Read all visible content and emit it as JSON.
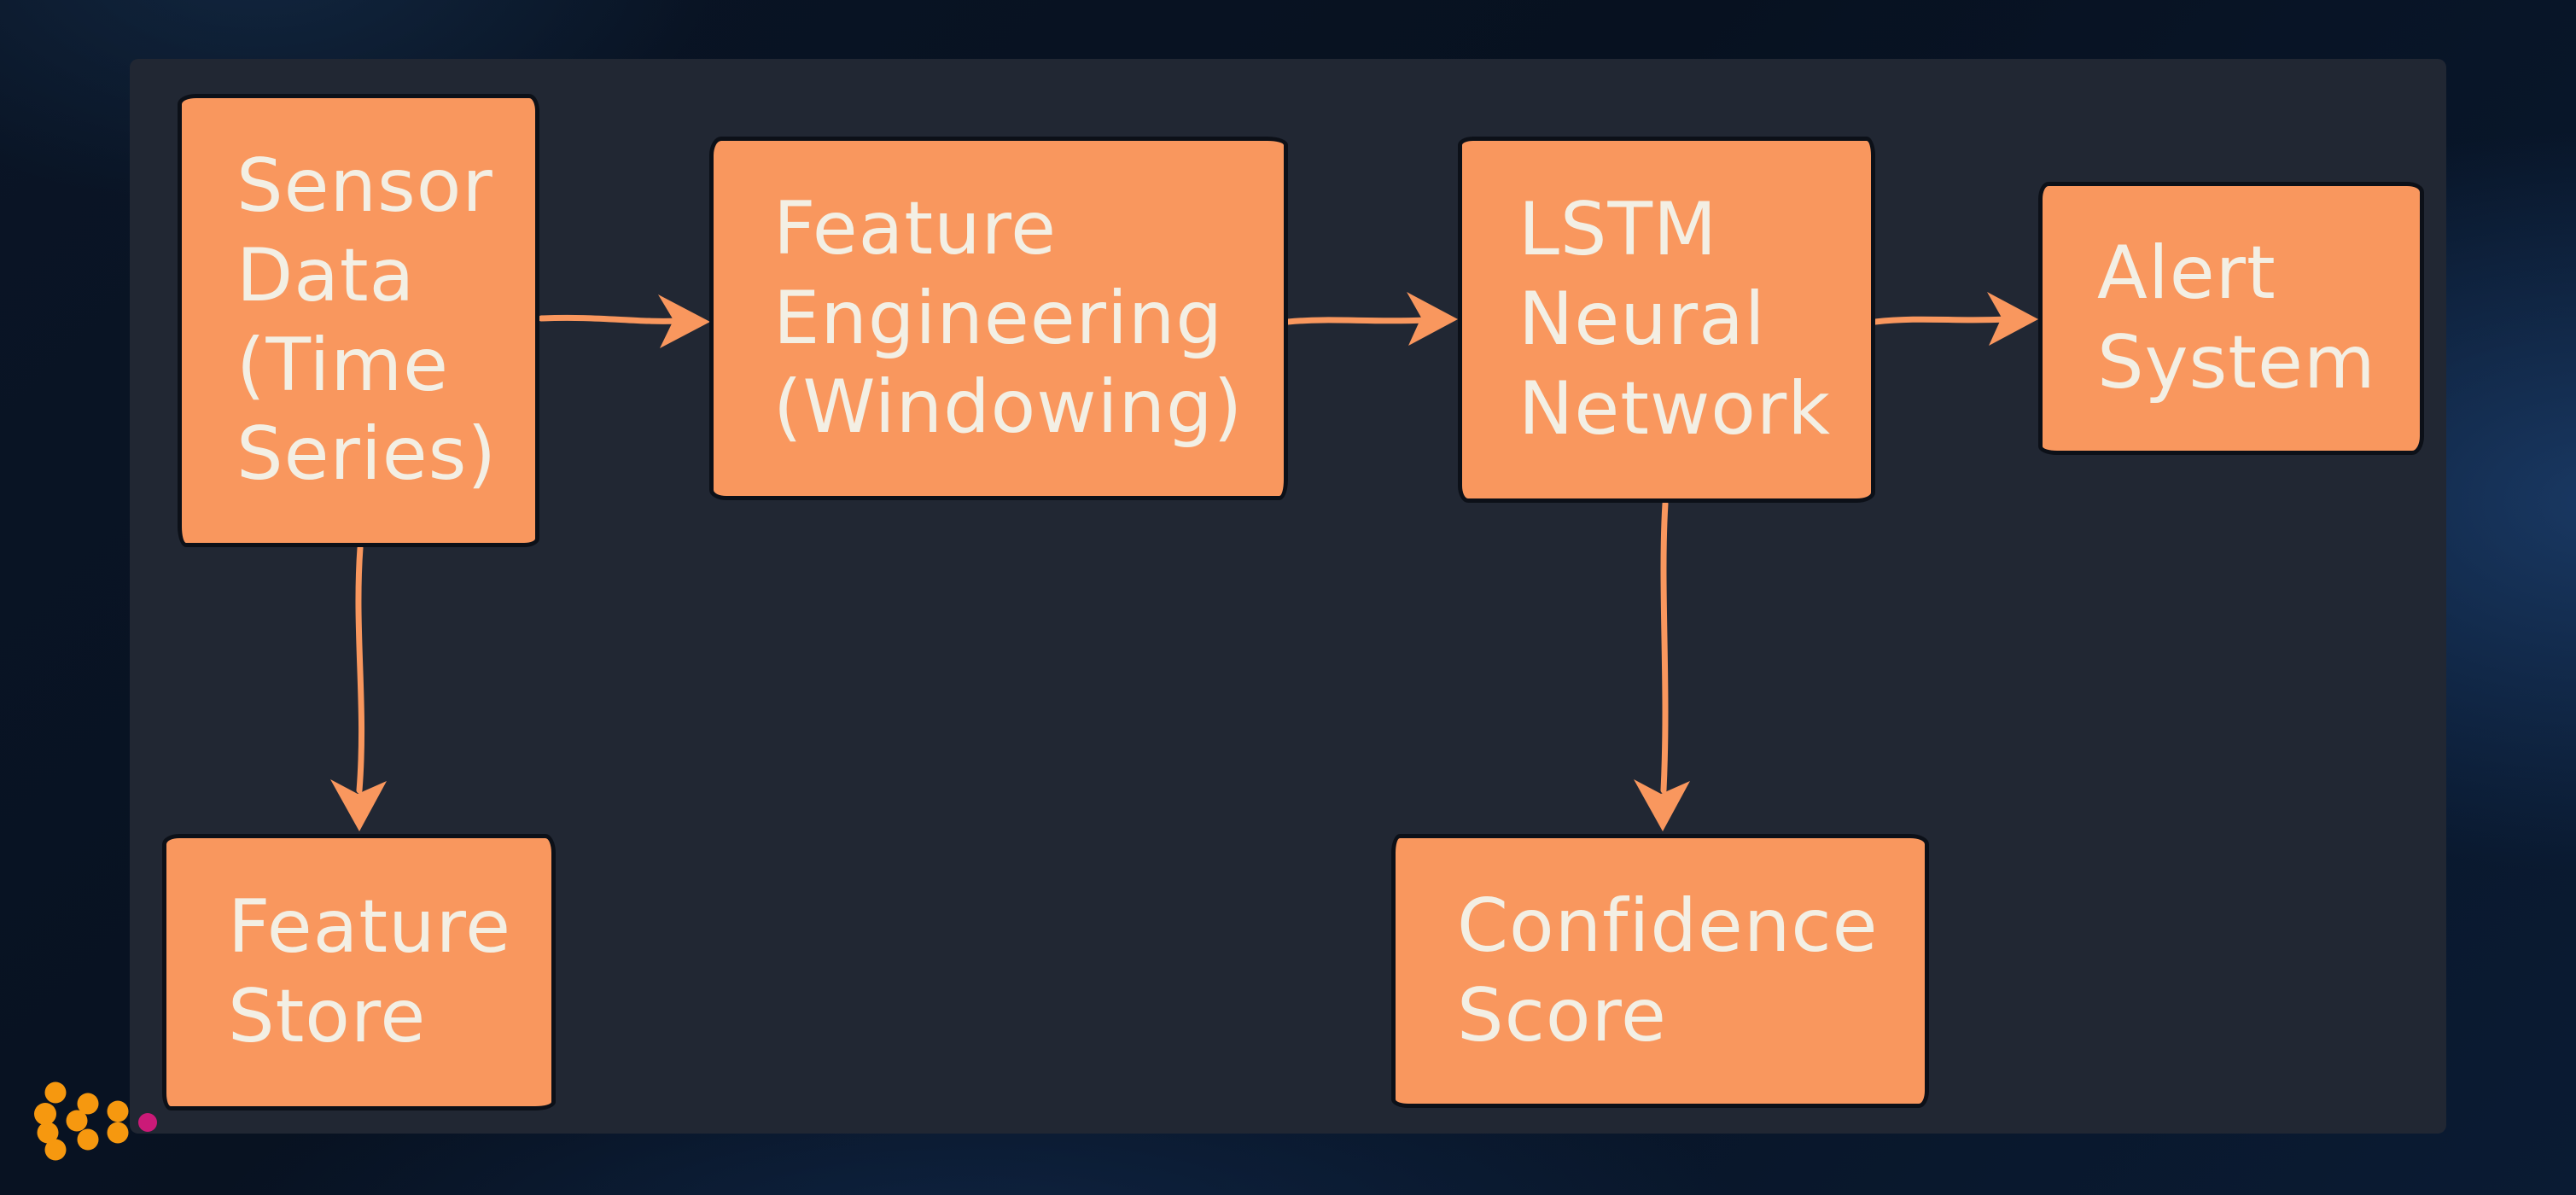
{
  "diagram": {
    "title": "LSTM anomaly-detection pipeline flowchart",
    "nodes": [
      {
        "id": "sensor-data",
        "label": "Sensor\nData\n(Time\nSeries)"
      },
      {
        "id": "feature-engineering",
        "label": "Feature\nEngineering\n(Windowing)"
      },
      {
        "id": "lstm-neural-network",
        "label": "LSTM\nNeural\nNetwork"
      },
      {
        "id": "alert-system",
        "label": "Alert\nSystem"
      },
      {
        "id": "feature-store",
        "label": "Feature\nStore"
      },
      {
        "id": "confidence-score",
        "label": "Confidence\nScore"
      }
    ],
    "edges": [
      {
        "from": "sensor-data",
        "to": "feature-engineering",
        "direction": "right"
      },
      {
        "from": "feature-engineering",
        "to": "lstm-neural-network",
        "direction": "right"
      },
      {
        "from": "lstm-neural-network",
        "to": "alert-system",
        "direction": "right"
      },
      {
        "from": "sensor-data",
        "to": "feature-store",
        "direction": "down"
      },
      {
        "from": "lstm-neural-network",
        "to": "confidence-score",
        "direction": "down"
      }
    ],
    "colors": {
      "node_fill": "#f9975e",
      "node_outline": "#0c1018",
      "node_text": "#f3efe4",
      "arrow": "#f9975e",
      "canvas": "#212733",
      "background_navy": "#081120",
      "background_glow": "#1c3e6c",
      "logo_orange": "#f6980f",
      "logo_magenta": "#cb1a78"
    }
  }
}
